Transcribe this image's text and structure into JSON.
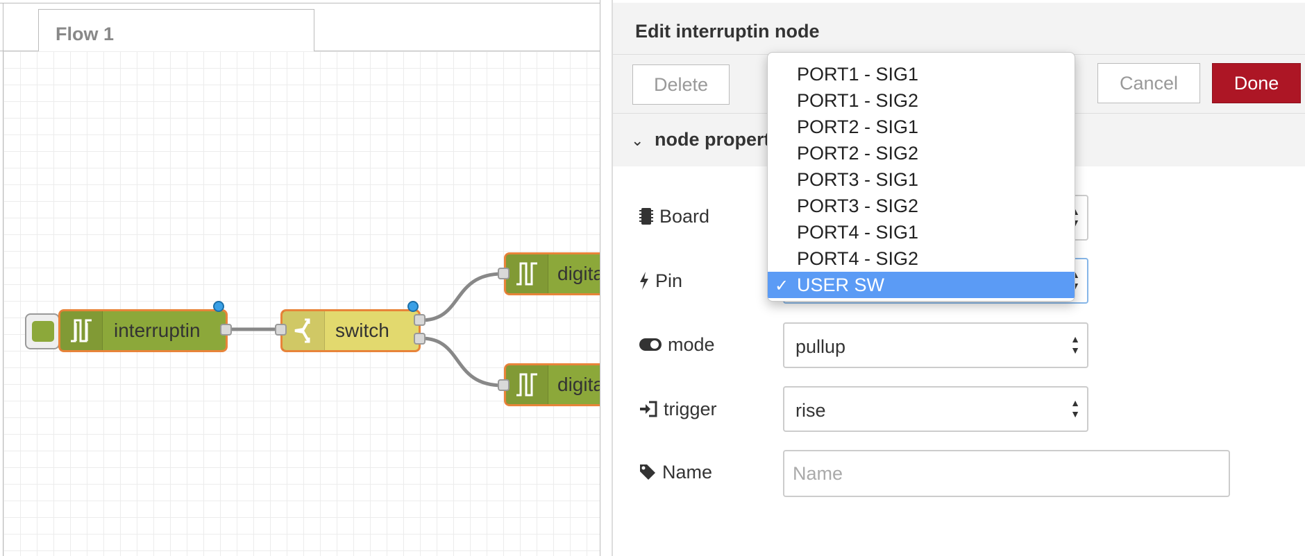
{
  "workspace": {
    "tabs": [
      {
        "label": "Flow 1"
      }
    ],
    "nodes": {
      "interrupt": {
        "label": "interruptin"
      },
      "switch": {
        "label": "switch"
      },
      "digital_top": {
        "label": "digital"
      },
      "digital_bottom": {
        "label": "digital"
      }
    }
  },
  "editor": {
    "title": "Edit interruptin node",
    "delete_label": "Delete",
    "cancel_label": "Cancel",
    "done_label": "Done",
    "section_title": "node properties",
    "fields": {
      "board_label": "Board",
      "pin_label": "Pin",
      "mode_label": "mode",
      "mode_value": "pullup",
      "trigger_label": "trigger",
      "trigger_value": "rise",
      "name_label": "Name",
      "name_placeholder": "Name"
    }
  },
  "dropdown": {
    "options": [
      "PORT1 - SIG1",
      "PORT1 - SIG2",
      "PORT2 - SIG1",
      "PORT2 - SIG2",
      "PORT3 - SIG1",
      "PORT3 - SIG2",
      "PORT4 - SIG1",
      "PORT4 - SIG2",
      "USER SW"
    ],
    "selected": "USER SW"
  },
  "colors": {
    "node_fill_input": "#8ca83a",
    "node_fill_switch": "#e2d96e",
    "node_border": "#e8843a",
    "done_button": "#ad1625",
    "selected_option": "#5b9bf5",
    "status_dot": "#3aa0e6"
  }
}
